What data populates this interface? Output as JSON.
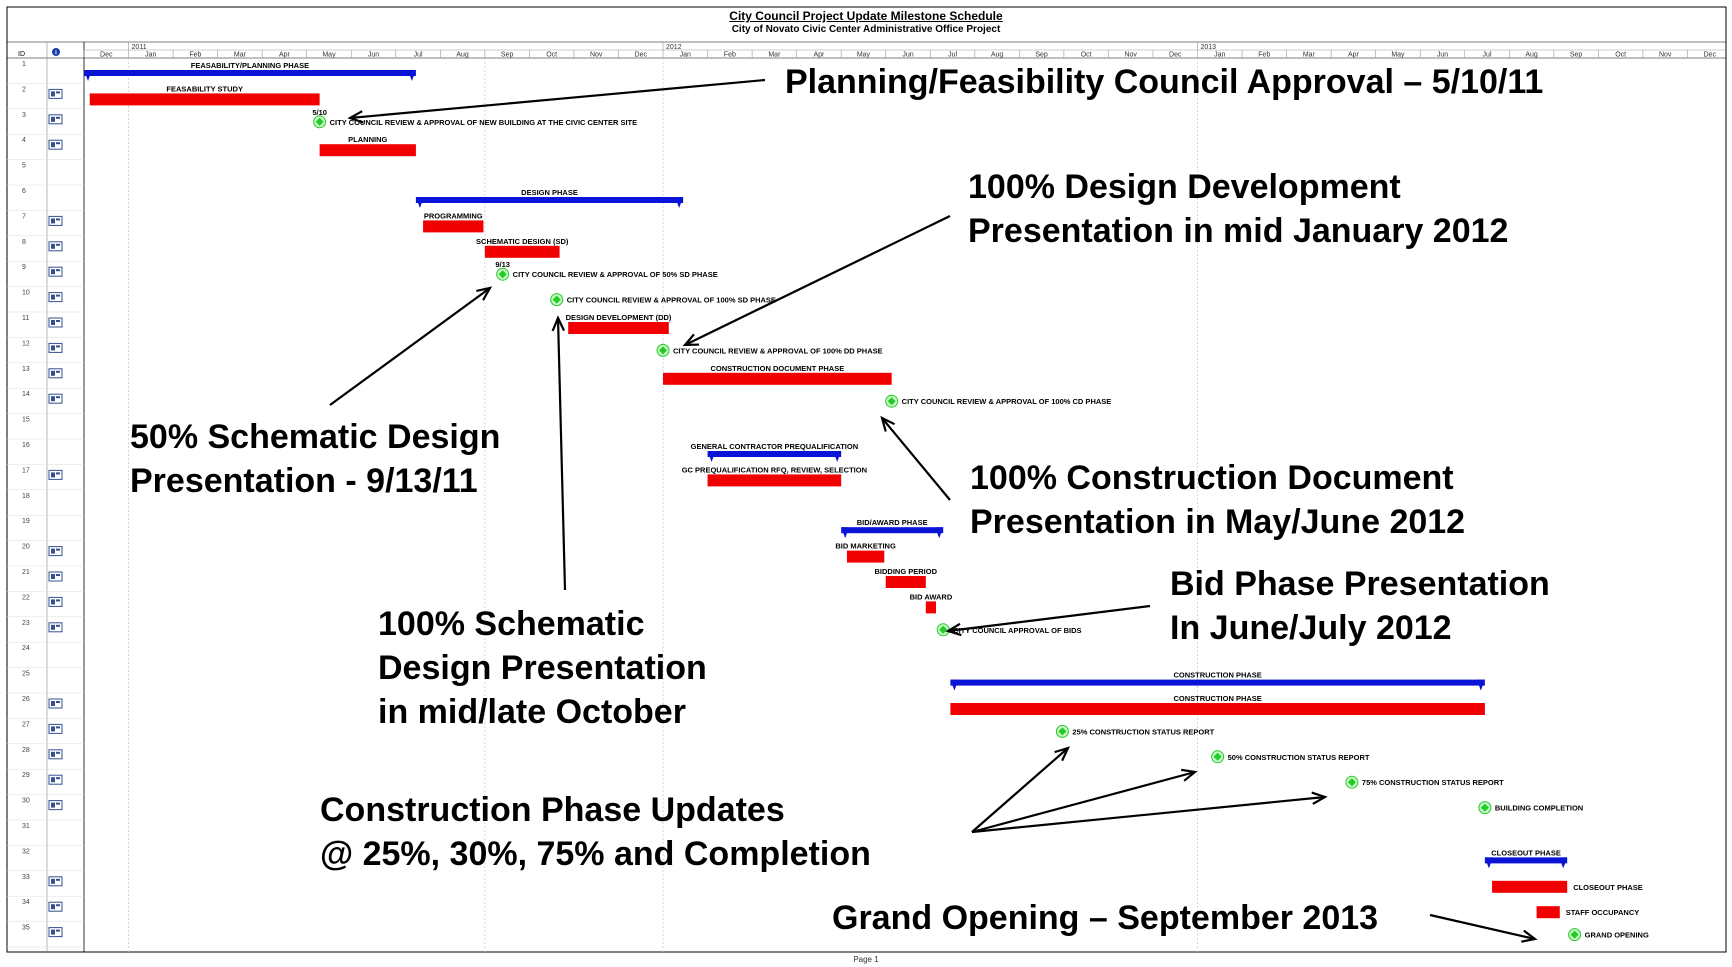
{
  "header": {
    "title": "City Council Project Update Milestone Schedule",
    "subtitle": "City of Novato Civic Center Administrative Office Project",
    "id_col": "ID",
    "info_icon": "info-icon"
  },
  "footer": {
    "page": "Page 1"
  },
  "colors": {
    "summary": "#0a14d6",
    "task": "#f00000",
    "milestone": "#22cc22",
    "arrow": "#000000"
  },
  "chart_data": {
    "type": "gantt",
    "title": "City Council Project Update Milestone Schedule",
    "subtitle": "City of Novato Civic Center Administrative Office Project",
    "year_labels": [
      {
        "label": "2011",
        "start": "2011-01"
      },
      {
        "label": "2012",
        "start": "2012-01"
      },
      {
        "label": "2013",
        "start": "2013-01"
      }
    ],
    "months": [
      "Dec",
      "Jan",
      "Feb",
      "Mar",
      "Apr",
      "May",
      "Jun",
      "Jul",
      "Aug",
      "Sep",
      "Oct",
      "Nov",
      "Dec",
      "Jan",
      "Feb",
      "Mar",
      "Apr",
      "May",
      "Jun",
      "Jul",
      "Aug",
      "Sep",
      "Oct",
      "Nov",
      "Dec",
      "Jan",
      "Feb",
      "Mar",
      "Apr",
      "May",
      "Jun",
      "Jul",
      "Aug",
      "Sep",
      "Oct",
      "Nov",
      "Dec"
    ],
    "rows": [
      {
        "id": 1,
        "type": "summary",
        "label": "FEASABILITY/PLANNING PHASE",
        "start": "2010-12-01",
        "end": "2011-07-15",
        "label_pos": "above"
      },
      {
        "id": 2,
        "type": "task",
        "label": "FEASABILITY STUDY",
        "start": "2010-12-05",
        "end": "2011-05-10",
        "label_pos": "above"
      },
      {
        "id": 3,
        "type": "milestone",
        "label": "CITY COUNCIL REVIEW & APPROVAL OF NEW BUILDING AT THE CIVIC CENTER SITE",
        "date": "2011-05-10",
        "date_label": "5/10"
      },
      {
        "id": 4,
        "type": "task",
        "label": "PLANNING",
        "start": "2011-05-10",
        "end": "2011-07-15",
        "label_pos": "above"
      },
      {
        "id": 5,
        "type": "blank"
      },
      {
        "id": 6,
        "type": "summary",
        "label": "DESIGN PHASE",
        "start": "2011-07-15",
        "end": "2012-01-15",
        "label_pos": "above"
      },
      {
        "id": 7,
        "type": "task",
        "label": "PROGRAMMING",
        "start": "2011-07-20",
        "end": "2011-08-31",
        "label_pos": "above"
      },
      {
        "id": 8,
        "type": "task",
        "label": "SCHEMATIC DESIGN (SD)",
        "start": "2011-09-01",
        "end": "2011-10-22",
        "label_pos": "above"
      },
      {
        "id": 9,
        "type": "milestone",
        "label": "CITY COUNCIL REVIEW & APPROVAL OF 50% SD PHASE",
        "date": "2011-09-13",
        "date_label": "9/13"
      },
      {
        "id": 10,
        "type": "milestone",
        "label": "CITY COUNCIL REVIEW & APPROVAL OF 100% SD PHASE",
        "date": "2011-10-20"
      },
      {
        "id": 11,
        "type": "task",
        "label": "DESIGN DEVELOPMENT (DD)",
        "start": "2011-10-28",
        "end": "2012-01-05",
        "label_pos": "above"
      },
      {
        "id": 12,
        "type": "milestone",
        "label": "CITY COUNCIL REVIEW & APPROVAL OF 100% DD PHASE",
        "date": "2012-01-01"
      },
      {
        "id": 13,
        "type": "task",
        "label": "CONSTRUCTION DOCUMENT PHASE",
        "start": "2012-01-01",
        "end": "2012-06-05",
        "label_pos": "above"
      },
      {
        "id": 14,
        "type": "milestone",
        "label": "CITY COUNCIL REVIEW & APPROVAL OF 100% CD PHASE",
        "date": "2012-06-05"
      },
      {
        "id": 15,
        "type": "blank"
      },
      {
        "id": 16,
        "type": "summary",
        "label": "GENERAL CONTRACTOR PREQUALIFICATION",
        "start": "2012-02-01",
        "end": "2012-05-01",
        "label_pos": "above"
      },
      {
        "id": 17,
        "type": "task",
        "label": "GC PREQUALIFICATION RFQ, REVIEW, SELECTION",
        "start": "2012-02-01",
        "end": "2012-05-01",
        "label_pos": "above"
      },
      {
        "id": 18,
        "type": "blank"
      },
      {
        "id": 19,
        "type": "summary",
        "label": "BID/AWARD PHASE",
        "start": "2012-05-01",
        "end": "2012-07-10",
        "label_pos": "above"
      },
      {
        "id": 20,
        "type": "task",
        "label": "BID MARKETING",
        "start": "2012-05-05",
        "end": "2012-05-31",
        "label_pos": "above"
      },
      {
        "id": 21,
        "type": "task",
        "label": "BIDDING PERIOD",
        "start": "2012-06-01",
        "end": "2012-06-28",
        "label_pos": "above"
      },
      {
        "id": 22,
        "type": "task",
        "label": "BID AWARD",
        "start": "2012-06-28",
        "end": "2012-07-05",
        "label_pos": "above"
      },
      {
        "id": 23,
        "type": "milestone",
        "label": "CITY COUNCIL APPROVAL OF BIDS",
        "date": "2012-07-10"
      },
      {
        "id": 24,
        "type": "blank"
      },
      {
        "id": 25,
        "type": "summary",
        "label": "CONSTRUCTION PHASE",
        "start": "2012-07-15",
        "end": "2013-07-15",
        "label_pos": "above"
      },
      {
        "id": 26,
        "type": "task",
        "label": "CONSTRUCTION PHASE",
        "start": "2012-07-15",
        "end": "2013-07-15",
        "label_pos": "above"
      },
      {
        "id": 27,
        "type": "milestone",
        "label": "25% CONSTRUCTION STATUS REPORT",
        "date": "2012-09-30"
      },
      {
        "id": 28,
        "type": "milestone",
        "label": "50% CONSTRUCTION STATUS REPORT",
        "date": "2013-01-15"
      },
      {
        "id": 29,
        "type": "milestone",
        "label": "75% CONSTRUCTION STATUS REPORT",
        "date": "2013-04-15"
      },
      {
        "id": 30,
        "type": "milestone",
        "label": "BUILDING COMPLETION",
        "date": "2013-07-15"
      },
      {
        "id": 31,
        "type": "blank"
      },
      {
        "id": 32,
        "type": "summary",
        "label": "CLOSEOUT PHASE",
        "start": "2013-07-15",
        "end": "2013-09-10",
        "label_pos": "above"
      },
      {
        "id": 33,
        "type": "task",
        "label": "CLOSEOUT PHASE",
        "start": "2013-07-20",
        "end": "2013-09-10",
        "label_pos": "right"
      },
      {
        "id": 34,
        "type": "task",
        "label": "STAFF OCCUPANCY",
        "start": "2013-08-20",
        "end": "2013-09-05",
        "label_pos": "right"
      },
      {
        "id": 35,
        "type": "milestone",
        "label": "GRAND OPENING",
        "date": "2013-09-15"
      }
    ]
  },
  "callouts": [
    {
      "text": "Planning/Feasibility Council Approval – 5/10/11"
    },
    {
      "text": "100% Design Development\nPresentation in mid January 2012"
    },
    {
      "text": "50% Schematic Design\nPresentation - 9/13/11"
    },
    {
      "text": "100% Construction Document\nPresentation in May/June 2012"
    },
    {
      "text": "Bid Phase Presentation\nIn June/July 2012"
    },
    {
      "text": "100% Schematic\nDesign Presentation\nin mid/late October"
    },
    {
      "text": "Construction Phase Updates\n@ 25%, 30%, 75% and Completion"
    },
    {
      "text": "Grand Opening – September 2013"
    }
  ]
}
